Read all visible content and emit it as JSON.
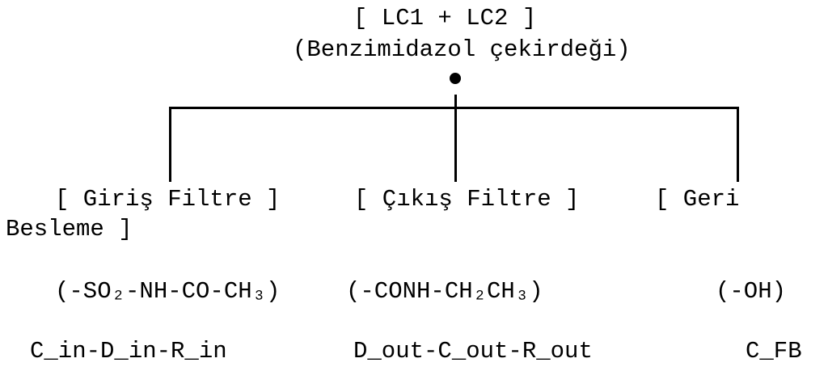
{
  "root": {
    "title": "[ LC1 + LC2 ]",
    "subtitle": "(Benzimidazol çekirdeği)"
  },
  "branches": [
    {
      "label": "[ Giriş Filtre ]",
      "group": "(-SO₂-NH-CO-CH₃)",
      "code": "C_in-D_in-R_in"
    },
    {
      "label": "[ Çıkış Filtre ]",
      "group": "(-CONH-CH₂CH₃)",
      "code": "D_out-C_out-R_out"
    },
    {
      "label": "[ Geri",
      "label_cont": "Besleme ]",
      "group": "(-OH)",
      "code": "C_FB"
    }
  ]
}
